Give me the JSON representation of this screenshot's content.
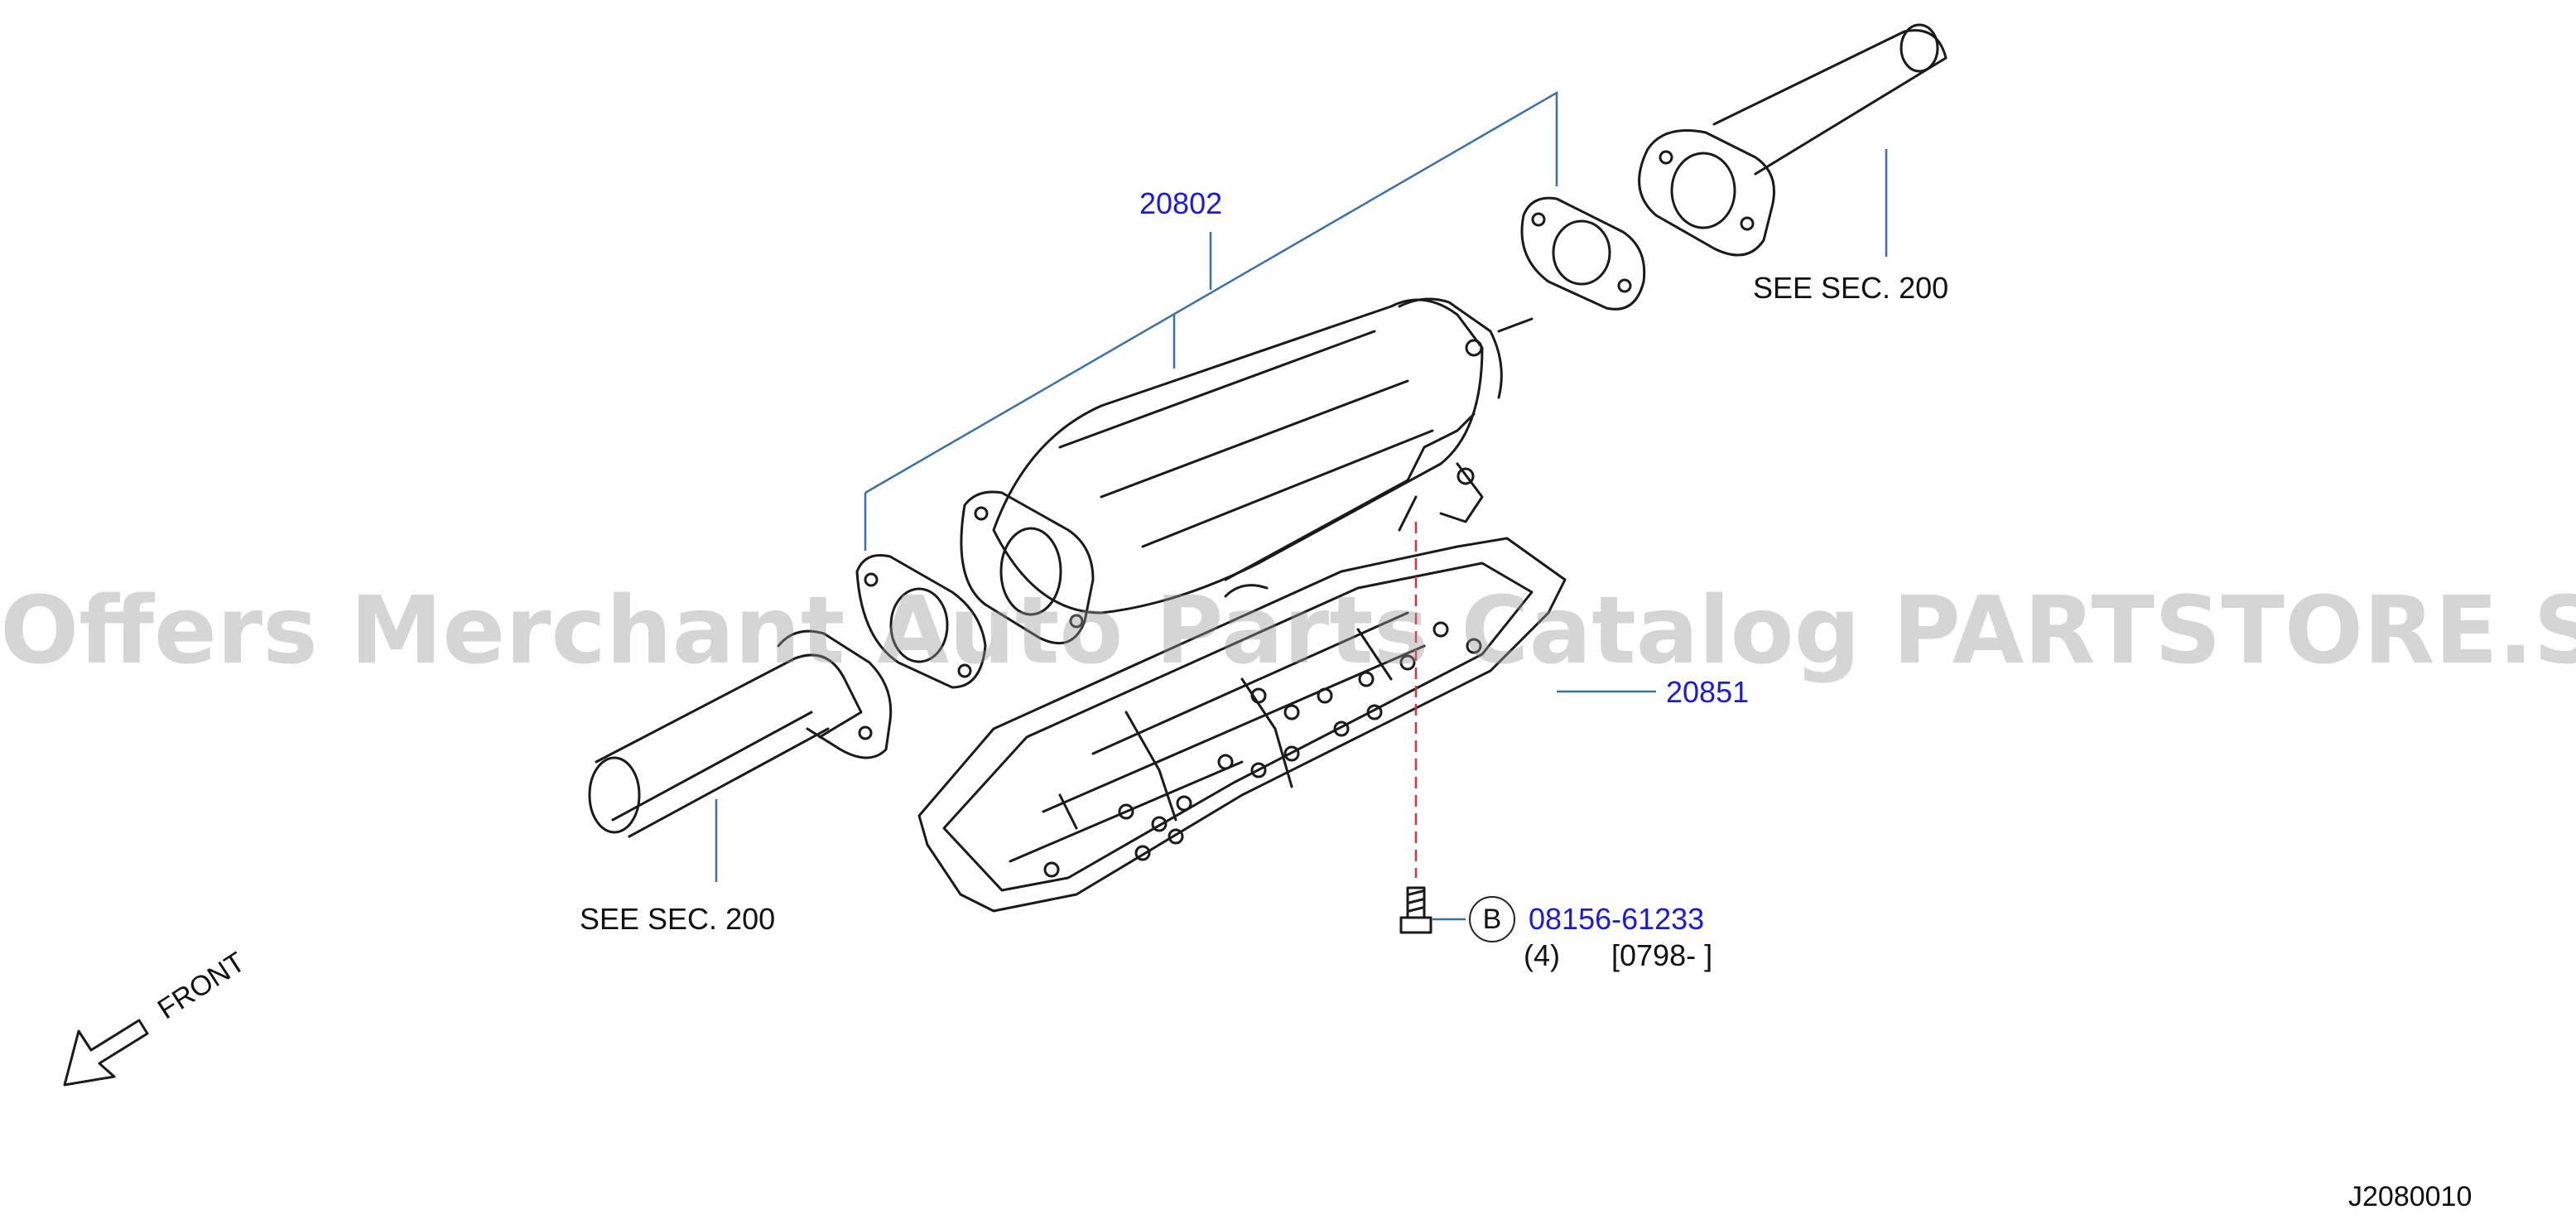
{
  "parts": {
    "catalytic_converter": "20802",
    "heat_insulator": "20851",
    "bolt": "08156-61233"
  },
  "notes": {
    "see_sec_upper": "SEE  SEC.  200",
    "see_sec_lower": "SEE  SEC.  200",
    "bolt_qty": "(4)",
    "bolt_date": "[0798-   ]"
  },
  "ref_letter": "B",
  "front_label": "FRONT",
  "diagram_id": "J2080010",
  "watermark": "Offers Merchant Auto Parts Catalog PARTSTORE.SA",
  "colors": {
    "part_number": "#1a1adc",
    "leader_line": "#3b6fa8",
    "dashed_line": "#e0303a",
    "ink": "#111111"
  }
}
